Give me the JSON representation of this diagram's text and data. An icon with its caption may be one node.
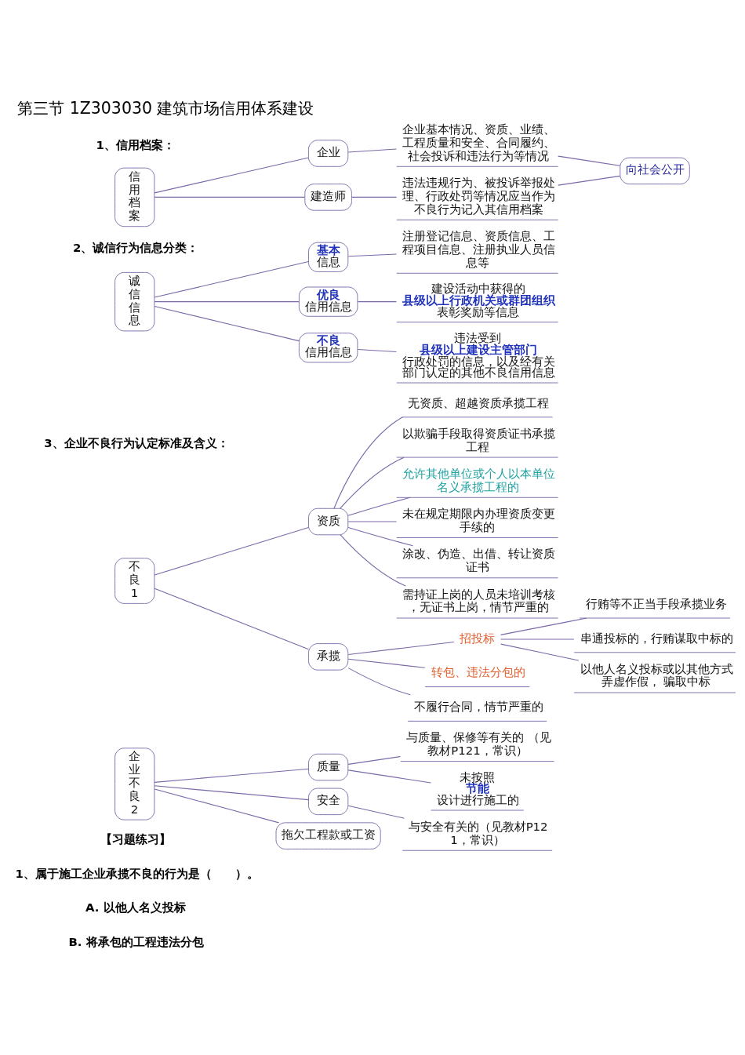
{
  "diagram": {
    "title": "第三节 1Z303030 建筑市场信用体系建设",
    "nodes": [
      {
        "text": [
          "信用档案"
        ]
      },
      {
        "text": [
          "企业"
        ]
      },
      {
        "text": [
          "企业基本情况、资质、业绩、工程质量和安全、合同履约、社会投诉和违法行为等情况"
        ]
      },
      {
        "text": [
          "建造师"
        ]
      },
      {
        "text": [
          "违法违规行为、被投诉举报处理、行政处罚等情况应当作为不良行为记入其信用档案"
        ]
      },
      {
        "text": [
          "向社会公开"
        ]
      },
      {
        "text": [
          "诚信信息"
        ]
      },
      {
        "text": [
          "**基本**信息"
        ]
      },
      {
        "text": [
          "注册登记信息、资质信息、工程项目信息、注册执业人员信息等"
        ]
      },
      {
        "text": [
          "**优良**信用信息"
        ]
      },
      {
        "text": [
          "建设活动中获得的**县级以上行政机关或群团组织**表彰奖励等信息"
        ]
      },
      {
        "text": [
          "**不良**信用信息"
        ]
      },
      {
        "text": [
          "违法受到**县级以上建设主管部门**行政处罚的信息，以及经有关部门认定的其他不良信用信息"
        ]
      },
      {
        "text": [
          "不良1"
        ]
      },
      {
        "text": [
          "资质"
        ]
      },
      {
        "text": [
          "无资质、超越资质承揽工程"
        ]
      },
      {
        "text": [
          "以欺骗手段取得资质证书承揽工程"
        ]
      },
      {
        "text": [
          "允许其他单位或个人以本单位名义承揽工程的"
        ]
      },
      {
        "text": [
          "未在规定期限内办理资质变更手续的"
        ]
      },
      {
        "text": [
          "涂改、伪造、出借、转让资质证书"
        ]
      },
      {
        "text": [
          "需持证上岗的人员未培训考核，无证书上岗，情节严重的"
        ]
      },
      {
        "text": [
          "承揽"
        ]
      },
      {
        "text": [
          "招投标"
        ]
      },
      {
        "text": [
          "行贿等不正当手段承揽业务"
        ]
      },
      {
        "text": [
          "串通投标的，行贿谋取中标的"
        ]
      },
      {
        "text": [
          "以他人名义投标或以其他方式弄虚作假， 骗取中标"
        ]
      },
      {
        "text": [
          "转包、违法分包的"
        ]
      },
      {
        "text": [
          "不履行合同，情节严重的"
        ]
      },
      {
        "text": [
          "企业不良2"
        ]
      },
      {
        "text": [
          "质量"
        ]
      },
      {
        "text": [
          "与质量、保修等有关的 （见教材P121，常识）"
        ]
      },
      {
        "text": [
          "未按照**节能**设计进行施工的"
        ]
      },
      {
        "text": [
          "安全"
        ]
      },
      {
        "text": [
          "与安全有关的（见教材P121，常识）"
        ]
      },
      {
        "text": [
          "拖欠工程款或工资"
        ]
      }
    ],
    "edges": [
      {
        "from": 0,
        "to": 1,
        "arrow": "none"
      },
      {
        "from": 1,
        "to": 2,
        "arrow": "none"
      },
      {
        "from": 0,
        "to": 3,
        "arrow": "none"
      },
      {
        "from": 3,
        "to": 4,
        "arrow": "none"
      },
      {
        "from": 2,
        "to": 5,
        "arrow": "none"
      },
      {
        "from": 4,
        "to": 5,
        "arrow": "none"
      },
      {
        "from": 6,
        "to": 7,
        "arrow": "none"
      },
      {
        "from": 7,
        "to": 8,
        "arrow": "none"
      },
      {
        "from": 6,
        "to": 9,
        "arrow": "none"
      },
      {
        "from": 9,
        "to": 10,
        "arrow": "none"
      },
      {
        "from": 6,
        "to": 11,
        "arrow": "none"
      },
      {
        "from": 11,
        "to": 12,
        "arrow": "none"
      },
      {
        "from": 13,
        "to": 14,
        "arrow": "none"
      },
      {
        "from": 14,
        "to": 15,
        "arrow": "none"
      },
      {
        "from": 14,
        "to": 16,
        "arrow": "none"
      },
      {
        "from": 14,
        "to": 17,
        "arrow": "none"
      },
      {
        "from": 14,
        "to": 18,
        "arrow": "none"
      },
      {
        "from": 14,
        "to": 19,
        "arrow": "none"
      },
      {
        "from": 14,
        "to": 20,
        "arrow": "none"
      },
      {
        "from": 13,
        "to": 21,
        "arrow": "none"
      },
      {
        "from": 21,
        "to": 22,
        "arrow": "none"
      },
      {
        "from": 22,
        "to": 23,
        "arrow": "none"
      },
      {
        "from": 22,
        "to": 24,
        "arrow": "none"
      },
      {
        "from": 22,
        "to": 25,
        "arrow": "none"
      },
      {
        "from": 21,
        "to": 26,
        "arrow": "none"
      },
      {
        "from": 21,
        "to": 27,
        "arrow": "none"
      },
      {
        "from": 28,
        "to": 29,
        "arrow": "none"
      },
      {
        "from": 29,
        "to": 30,
        "arrow": "none"
      },
      {
        "from": 29,
        "to": 31,
        "arrow": "none"
      },
      {
        "from": 28,
        "to": 32,
        "arrow": "none"
      },
      {
        "from": 32,
        "to": 33,
        "arrow": "none"
      },
      {
        "from": 28,
        "to": 34,
        "arrow": "none"
      }
    ],
    "labels": [
      "1、信用档案：",
      "2、诚信行为信息分类：",
      "3、企业不良行为认定标准及含义：",
      "【习题练习】",
      "1、属于施工企业承揽不良的行为是（　　）。",
      "A. 以他人名义投标",
      "B. 将承包的工程违法分包"
    ]
  }
}
